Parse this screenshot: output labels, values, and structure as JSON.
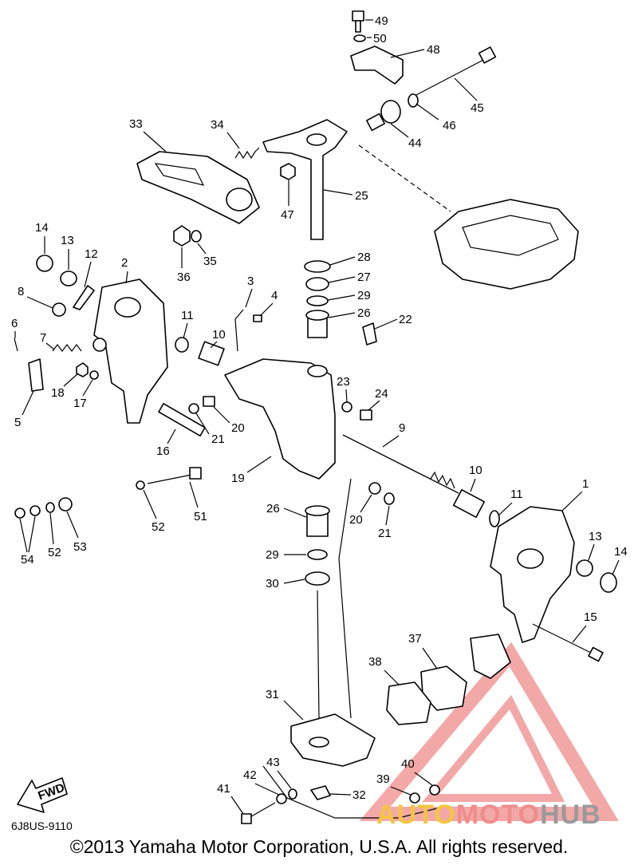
{
  "diagram": {
    "callouts": [
      "49",
      "50",
      "48",
      "45",
      "46",
      "44",
      "33",
      "34",
      "25",
      "47",
      "14",
      "13",
      "12",
      "2",
      "36",
      "35",
      "28",
      "27",
      "29",
      "26",
      "22",
      "8",
      "3",
      "4",
      "11",
      "6",
      "7",
      "10",
      "18",
      "17",
      "23",
      "24",
      "5",
      "20",
      "21",
      "9",
      "16",
      "19",
      "10",
      "1",
      "11",
      "13",
      "14",
      "52",
      "51",
      "26",
      "20",
      "21",
      "54",
      "52",
      "53",
      "29",
      "30",
      "15",
      "37",
      "38",
      "31",
      "43",
      "42",
      "41",
      "39",
      "40",
      "32"
    ],
    "fwd_label": "FWD"
  },
  "footer": {
    "diagram_code": "6J8US-9110",
    "copyright": "©2013 Yamaha Motor Corporation, U.S.A. All rights reserved."
  },
  "watermark": {
    "part1": "AUTO",
    "part2": "MOTO",
    "part3": "HUB",
    "colors": {
      "yellow": "#f5c542",
      "pink": "#f08c8c",
      "gray": "#9a9a9a"
    }
  }
}
